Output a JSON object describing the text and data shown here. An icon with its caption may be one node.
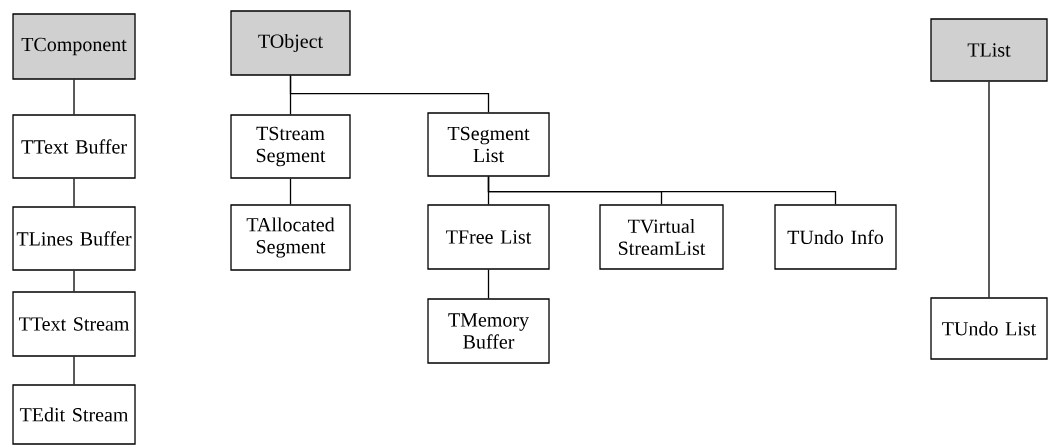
{
  "diagram": {
    "nodes": [
      {
        "text": [
          "TComponent"
        ]
      },
      {
        "text": [
          "TText Buffer"
        ]
      },
      {
        "text": [
          "TLines Buffer"
        ]
      },
      {
        "text": [
          "TText Stream"
        ]
      },
      {
        "text": [
          "TEdit Stream"
        ]
      },
      {
        "text": [
          "TObject"
        ]
      },
      {
        "text": [
          "TStream Segment"
        ]
      },
      {
        "text": [
          "TAllocated Segment"
        ]
      },
      {
        "text": [
          "TSegment List"
        ]
      },
      {
        "text": [
          "TFree List"
        ]
      },
      {
        "text": [
          "TVirtual StreamList"
        ]
      },
      {
        "text": [
          "TUndo Info"
        ]
      },
      {
        "text": [
          "TList"
        ]
      },
      {
        "text": [
          "TUndo List"
        ]
      },
      {
        "text": [
          "TMemory Buffer"
        ]
      }
    ],
    "edges": [
      {
        "from": 0,
        "to": 1,
        "arrow": "none"
      },
      {
        "from": 1,
        "to": 2,
        "arrow": "none"
      },
      {
        "from": 2,
        "to": 3,
        "arrow": "none"
      },
      {
        "from": 3,
        "to": 4,
        "arrow": "none"
      },
      {
        "from": 5,
        "to": 6,
        "arrow": "none"
      },
      {
        "from": 5,
        "to": 8,
        "arrow": "none"
      },
      {
        "from": 6,
        "to": 7,
        "arrow": "none"
      },
      {
        "from": 8,
        "to": 9,
        "arrow": "none"
      },
      {
        "from": 8,
        "to": 10,
        "arrow": "none"
      },
      {
        "from": 8,
        "to": 11,
        "arrow": "none"
      },
      {
        "from": 9,
        "to": 14,
        "arrow": "none"
      },
      {
        "from": 12,
        "to": 13,
        "arrow": "none"
      }
    ]
  }
}
